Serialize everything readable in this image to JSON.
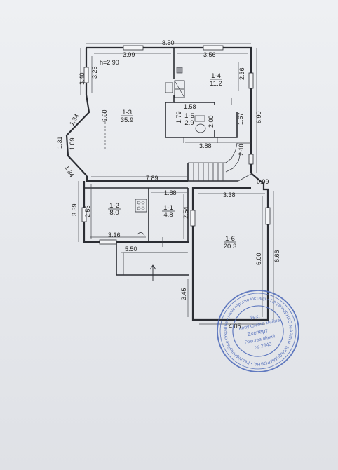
{
  "plan": {
    "overall_width": "8.50",
    "overall_depth_right": "6.90",
    "wall_top_left": "3.99",
    "wall_top_right": "3.56",
    "left_upper": "3.40",
    "left_h_mark": "3.26",
    "ceiling_height": "h=2.90",
    "bay_1": "1.34",
    "bay_2": "1.31",
    "bay_3": "1.09",
    "bay_4": "1.34",
    "room_1_3_depth": "6.60",
    "room_1_4_side": "2.36",
    "room_1_5_w": "1.58",
    "room_1_5_h": "1.79",
    "room_1_5_h2": "2.00",
    "room_1_5_side": "1.67",
    "corridor": "3.88",
    "stair_side": "2.10",
    "mid_width": "7.89",
    "right_step": "0.99",
    "room_1_1_w": "1.88",
    "room_1_6_w": "3.38",
    "left_lower": "3.39",
    "room_1_2_depth": "2.53",
    "room_1_1_depth": "2.54",
    "room_1_2_w": "3.16",
    "room_1_6_depth": "6.00",
    "right_lower": "6.66",
    "porch_w": "5.50",
    "porch_depth": "3.45",
    "bottom_w": "4.05"
  },
  "rooms": [
    {
      "id": "1-3",
      "area": "35.9"
    },
    {
      "id": "1-4",
      "area": "11.2"
    },
    {
      "id": "1-5",
      "area": "2.9"
    },
    {
      "id": "1-2",
      "area": "8.0"
    },
    {
      "id": "1-1",
      "area": "4.8"
    },
    {
      "id": "1-6",
      "area": "20.3"
    }
  ],
  "stamp": {
    "ring_text": "Україна • Міністерство юстиції • ПЕТРУЧЕНКО МАРИНА ВЛАДИМИРОВНА • Кваліфікаційне свідоцтво",
    "line1": "Тех.",
    "line2": "нерухомого майна",
    "line3": "Експерт",
    "line4": "Реєстраційний",
    "line5": "№ 2343",
    "color": "#4a67b8"
  }
}
